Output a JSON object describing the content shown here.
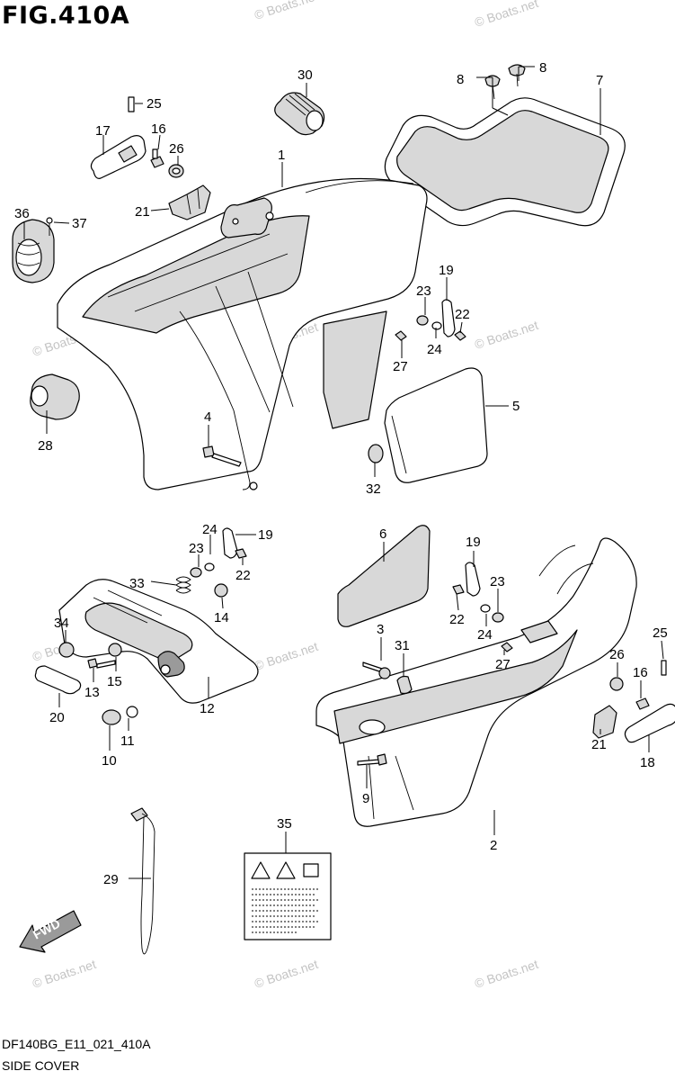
{
  "figure": {
    "title": "FIG.410A",
    "diagram_code": "DF140BG_E11_021_410A",
    "caption": "SIDE COVER"
  },
  "watermark": "© Boats.net",
  "fwd_marker": "FWD",
  "label_35": {
    "icons": [
      "warning-triangle-icon",
      "warning-triangle-icon",
      "manual-book-icon"
    ]
  },
  "callouts": {
    "n1": "1",
    "n2": "2",
    "n3": "3",
    "n4": "4",
    "n5": "5",
    "n6": "6",
    "n7": "7",
    "n8a": "8",
    "n8b": "8",
    "n9": "9",
    "n10": "10",
    "n11": "11",
    "n12": "12",
    "n13": "13",
    "n14": "14",
    "n15": "15",
    "n16a": "16",
    "n16b": "16",
    "n17": "17",
    "n18": "18",
    "n19a": "19",
    "n19b": "19",
    "n19c": "19",
    "n20": "20",
    "n21a": "21",
    "n21b": "21",
    "n22a": "22",
    "n22b": "22",
    "n22c": "22",
    "n23a": "23",
    "n23b": "23",
    "n23c": "23",
    "n24a": "24",
    "n24b": "24",
    "n24c": "24",
    "n25a": "25",
    "n25b": "25",
    "n26a": "26",
    "n26b": "26",
    "n27a": "27",
    "n27b": "27",
    "n28": "28",
    "n29": "29",
    "n30": "30",
    "n31": "31",
    "n32": "32",
    "n33": "33",
    "n34": "34",
    "n35": "35",
    "n36": "36",
    "n37": "37"
  }
}
